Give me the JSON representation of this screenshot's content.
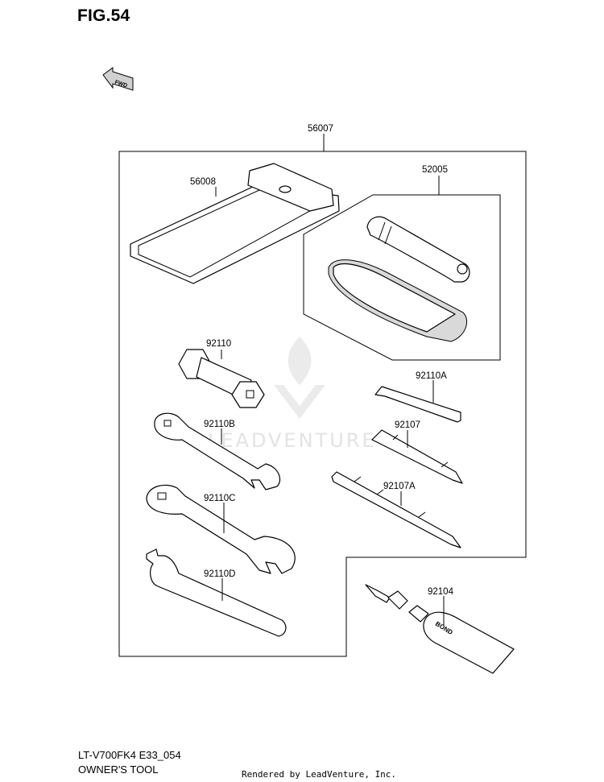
{
  "figure": {
    "title": "FIG.54"
  },
  "fwd_icon": {
    "text": "FWD"
  },
  "watermark": {
    "text": "LEADVENTURE"
  },
  "callouts": [
    {
      "id": "56007",
      "label": "56007"
    },
    {
      "id": "56008",
      "label": "56008"
    },
    {
      "id": "52005",
      "label": "52005"
    },
    {
      "id": "92110",
      "label": "92110"
    },
    {
      "id": "92110A",
      "label": "92110A"
    },
    {
      "id": "92110B",
      "label": "92110B"
    },
    {
      "id": "92107",
      "label": "92107"
    },
    {
      "id": "92110C",
      "label": "92110C"
    },
    {
      "id": "92107A",
      "label": "92107A"
    },
    {
      "id": "92110D",
      "label": "92110D"
    },
    {
      "id": "92104",
      "label": "92104"
    }
  ],
  "tube_print": "BOND",
  "footer": {
    "model_code": "LT-V700FK4 E33_054",
    "caption": "OWNER'S TOOL",
    "credit": "Rendered by LeadVenture, Inc."
  }
}
